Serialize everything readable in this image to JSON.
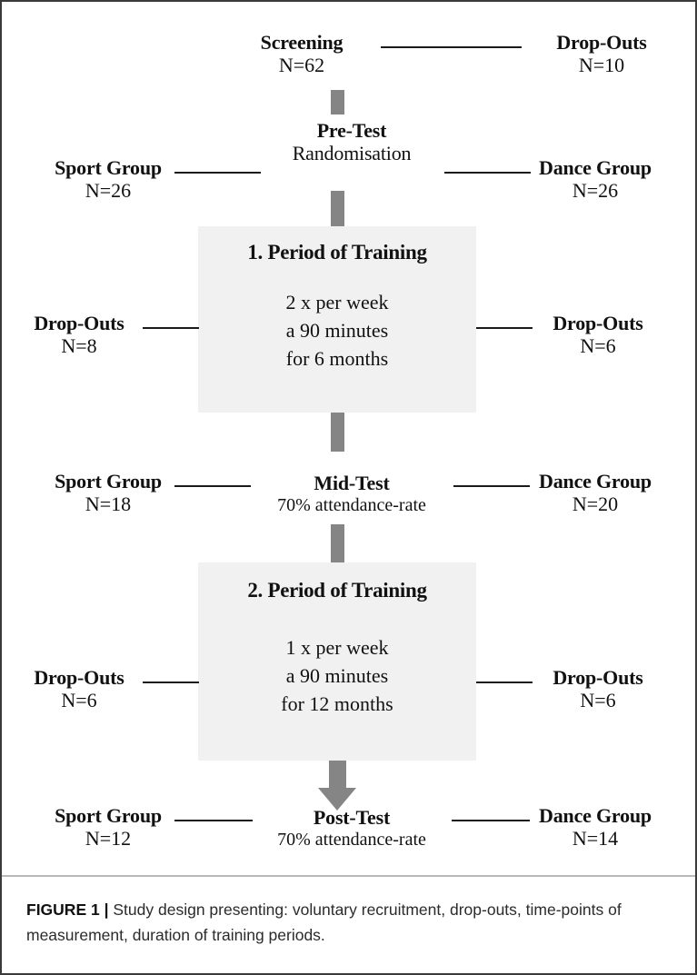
{
  "figure": {
    "caption_label": "FIGURE 1",
    "caption_separator": "|",
    "caption_text": "Study design presenting: voluntary recruitment, drop-outs, time-points of measurement, duration of training periods."
  },
  "colors": {
    "box_fill": "#f1f1f1",
    "connector_gray": "#858585",
    "line_black": "#1a1a1a",
    "frame": "#3a3a3a",
    "text": "#111111"
  },
  "flow": {
    "screening": {
      "label": "Screening",
      "n": "N=62"
    },
    "screening_dropouts": {
      "label": "Drop-Outs",
      "n": "N=10"
    },
    "pretest": {
      "label": "Pre-Test",
      "sub": "Randomisation"
    },
    "pretest_sport": {
      "label": "Sport Group",
      "n": "N=26"
    },
    "pretest_dance": {
      "label": "Dance Group",
      "n": "N=26"
    },
    "period1": {
      "title": "1. Period of Training",
      "line1": "2 x  per week",
      "line2": "a 90 minutes",
      "line3": "for 6 months"
    },
    "period1_dropouts_left": {
      "label": "Drop-Outs",
      "n": "N=8"
    },
    "period1_dropouts_right": {
      "label": "Drop-Outs",
      "n": "N=6"
    },
    "midtest": {
      "label": "Mid-Test",
      "sub": "70% attendance-rate"
    },
    "midtest_sport": {
      "label": "Sport Group",
      "n": "N=18"
    },
    "midtest_dance": {
      "label": "Dance Group",
      "n": "N=20"
    },
    "period2": {
      "title": "2. Period of Training",
      "line1": "1 x  per week",
      "line2": "a 90 minutes",
      "line3": "for 12 months"
    },
    "period2_dropouts_left": {
      "label": "Drop-Outs",
      "n": "N=6"
    },
    "period2_dropouts_right": {
      "label": "Drop-Outs",
      "n": "N=6"
    },
    "posttest": {
      "label": "Post-Test",
      "sub": "70% attendance-rate"
    },
    "posttest_sport": {
      "label": "Sport Group",
      "n": "N=12"
    },
    "posttest_dance": {
      "label": "Dance Group",
      "n": "N=14"
    }
  }
}
